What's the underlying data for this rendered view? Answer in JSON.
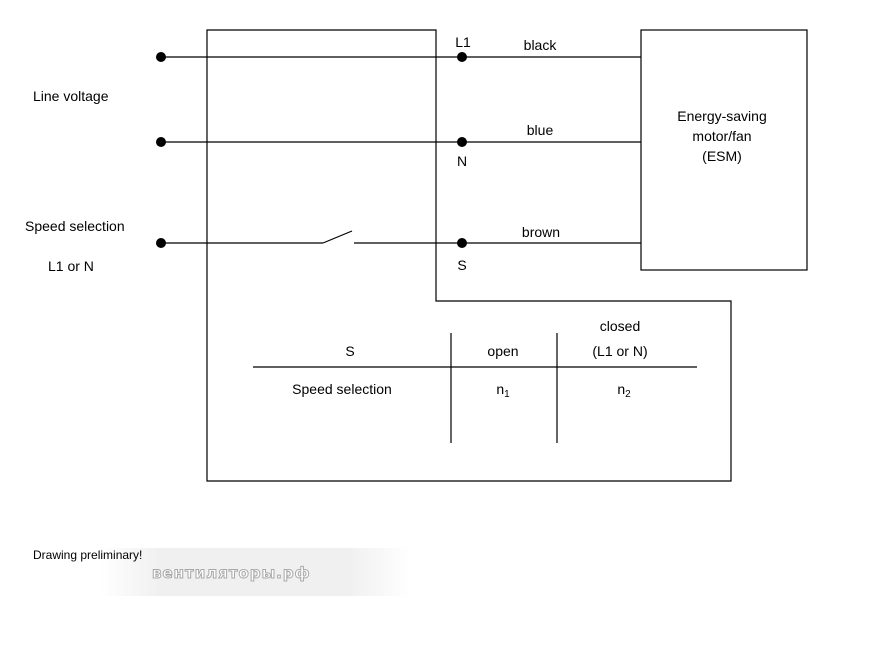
{
  "line_voltage_label": "Line voltage",
  "speed_selection_label": "Speed selection",
  "speed_selection_sub": "L1 or N",
  "terminals": {
    "l1": "L1",
    "n": "N",
    "s": "S"
  },
  "wires": {
    "black": "black",
    "blue": "blue",
    "brown": "brown"
  },
  "motor": {
    "line1": "Energy-saving",
    "line2": "motor/fan",
    "line3": "(ESM)"
  },
  "table": {
    "col_s": "S",
    "col_open": "open",
    "col_closed_1": "closed",
    "col_closed_2": "(L1 or N)",
    "row_label": "Speed selection",
    "n1_base": "n",
    "n1_sub": "1",
    "n2_base": "n",
    "n2_sub": "2"
  },
  "footer_note": "Drawing preliminary!",
  "watermark": "вентиляторы.рф"
}
